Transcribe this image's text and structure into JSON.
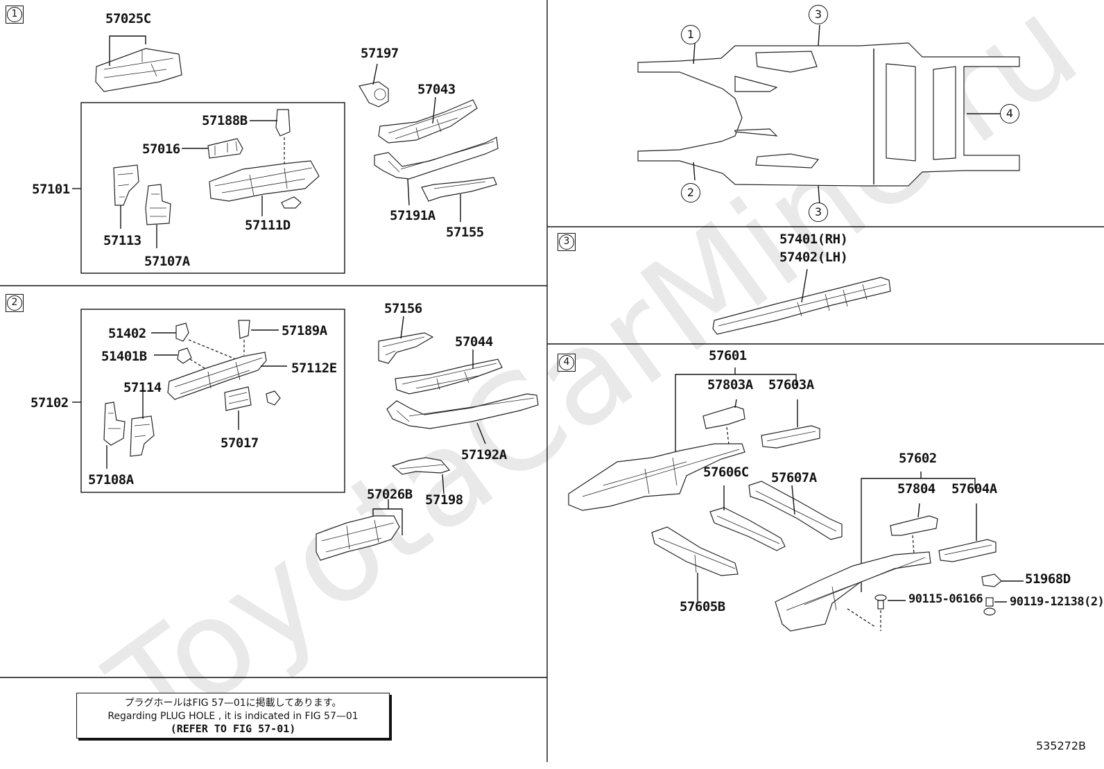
{
  "section_numbers": {
    "s1": "1",
    "s2": "2",
    "s3": "3",
    "s4": "4"
  },
  "overview_callouts": {
    "c1": "1",
    "c2": "2",
    "c3_top": "3",
    "c3_bottom": "3",
    "c4": "4"
  },
  "parts": {
    "p57025C": "57025C",
    "p57197": "57197",
    "p57043": "57043",
    "p57188B": "57188B",
    "p57016": "57016",
    "p57101": "57101",
    "p57113": "57113",
    "p57107A": "57107A",
    "p57111D": "57111D",
    "p57191A": "57191A",
    "p57155": "57155",
    "p51402": "51402",
    "p57189A": "57189A",
    "p51401B": "51401B",
    "p57112E": "57112E",
    "p57114": "57114",
    "p57102": "57102",
    "p57017": "57017",
    "p57108A": "57108A",
    "p57156": "57156",
    "p57044": "57044",
    "p57192A": "57192A",
    "p57198": "57198",
    "p57026B": "57026B",
    "p57401": "57401(RH)",
    "p57402": "57402(LH)",
    "p57601": "57601",
    "p57803A": "57803A",
    "p57603A": "57603A",
    "p57606C": "57606C",
    "p57607A": "57607A",
    "p57602": "57602",
    "p57804": "57804",
    "p57604A": "57604A",
    "p51968D": "51968D",
    "p90115": "90115-06166",
    "p90119": "90119-12138(2)",
    "p57605B": "57605B"
  },
  "note": {
    "line1": "プラグホールはFIG 57—01に掲載してあります。",
    "line2": "Regarding  PLUG  HOLE , it is indicated in FIG  57—01",
    "line3": "(REFER TO FIG 57-01)"
  },
  "figure_code": "535272B",
  "watermark": "ToyotaCarMine.ru"
}
